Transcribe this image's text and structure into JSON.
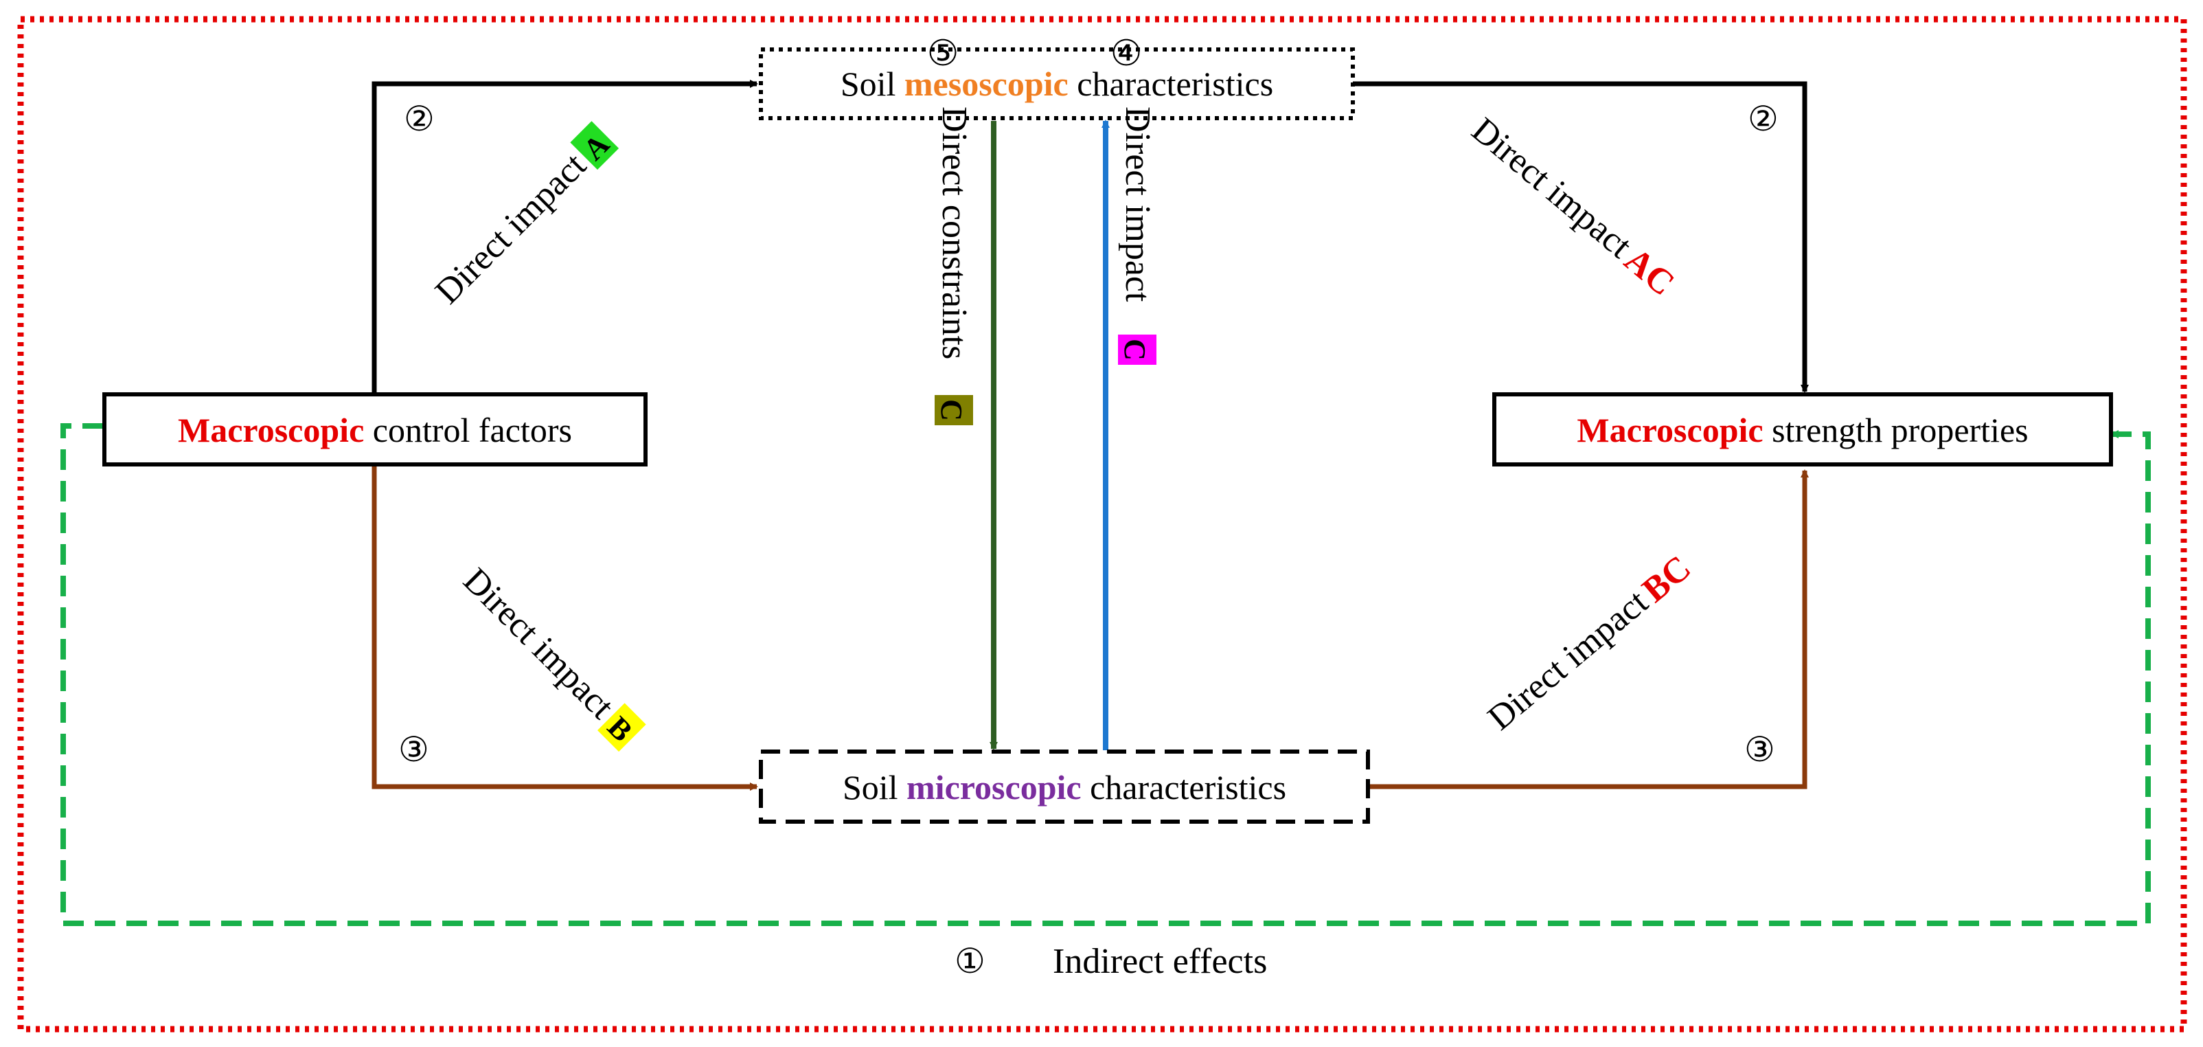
{
  "nodes": {
    "meso": {
      "prefix": "Soil ",
      "emphasis": "mesoscopic",
      "suffix": " characteristics",
      "emphasis_color": "#F07F22"
    },
    "micro": {
      "prefix": "Soil ",
      "emphasis": "microscopic",
      "suffix": " characteristics",
      "emphasis_color": "#7A2D9E"
    },
    "control": {
      "emphasis": "Macroscopic",
      "suffix": " control factors",
      "emphasis_color": "#E60000"
    },
    "strength": {
      "emphasis": "Macroscopic",
      "suffix": " strength properties",
      "emphasis_color": "#E60000"
    }
  },
  "paths": {
    "p1": {
      "number": "①",
      "label": "Indirect effects",
      "color": "#18B04A"
    },
    "p2_left": {
      "number": "②",
      "label": "Direct impact ",
      "badge": "A",
      "badge_color": "#22DD22",
      "color": "#000000"
    },
    "p2_right": {
      "number": "②",
      "label": "Direct impact ",
      "badge": "AC",
      "badge_color": "#E60000",
      "color": "#000000"
    },
    "p3_left": {
      "number": "③",
      "label": "Direct impact ",
      "badge": "B",
      "badge_color": "#FFFF00",
      "color": "#8B3A0B"
    },
    "p3_right": {
      "number": "③",
      "label": "Direct impact ",
      "badge": "BC",
      "badge_color": "#E60000",
      "color": "#8B3A0B"
    },
    "p4": {
      "number": "④",
      "label": "Direct impact ",
      "badge": "C",
      "badge_color": "#FF00FF",
      "color": "#1E78D0"
    },
    "p5": {
      "number": "⑤",
      "label": "Direct constraints ",
      "badge": "C",
      "badge_color": "#808000",
      "color": "#2E5E22"
    }
  },
  "frame_color": "#E60000"
}
